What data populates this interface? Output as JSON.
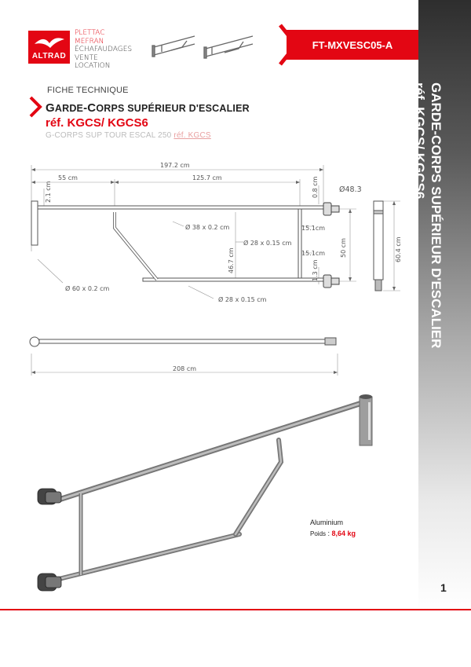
{
  "header": {
    "logo_word": "ALTRAD",
    "brands": [
      "PLETTAC",
      "MEFRAN",
      "ÉCHAFAUDAGES",
      "VENTE",
      "LOCATION"
    ],
    "reference_code": "FT-MXVESC05-A"
  },
  "doc": {
    "fiche": "FICHE TECHNIQUE",
    "title_big1": "G",
    "title_small1": "ARDE",
    "title_mid": "-",
    "title_big2": "C",
    "title_small2": "ORPS SUPÉRIEUR D'ESCALIER",
    "ref": "réf. KGCS/ KGCS6",
    "subref_text": "G-CORPS SUP TOUR ESCAL 250 ",
    "subref_link": "réf. KGCS"
  },
  "sidebar": {
    "line1": "GARDE-CORPS SUPÉRIEUR D'ESCALIER",
    "line2": "réf. KGCS/ KGCS6"
  },
  "dimensions": {
    "overall": "197.2 cm",
    "left": "55 cm",
    "middle": "125.7 cm",
    "d483": "Ø48.3",
    "d08": "0.8 cm",
    "d21": "2.1 cm",
    "d38": "Ø 38 x 0.2 cm",
    "d28a": "Ø 28 x 0.15 cm",
    "d151a": "15.1cm",
    "d151b": "15.1cm",
    "d467": "46.7 cm",
    "d50": "50 cm",
    "d13": "1.3 cm",
    "d604": "60.4 cm",
    "d60": "Ø 60 x 0.2 cm",
    "d28b": "Ø 28 x 0.15 cm",
    "d208": "208 cm"
  },
  "specs": {
    "material": "Aluminium",
    "weight_label": "Poids",
    "weight_sep": " : ",
    "weight_value": "8,64 kg"
  },
  "page": {
    "number": "1"
  },
  "colors": {
    "brand_red": "#e30613",
    "sidebar_dark": "#2e2e2e"
  }
}
